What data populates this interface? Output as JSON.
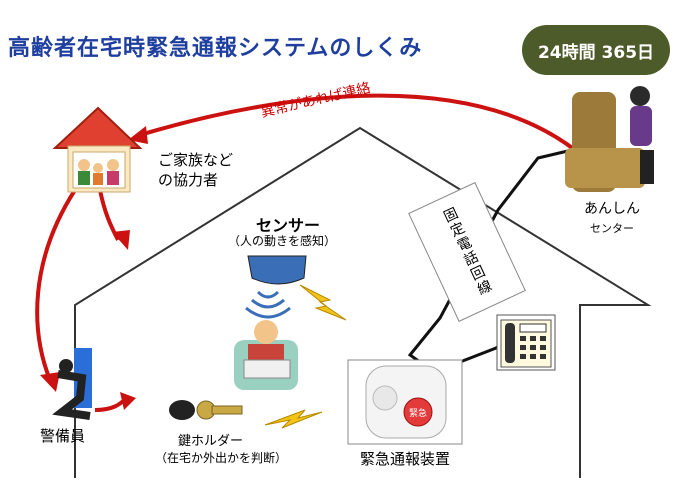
{
  "title": "高齢者在宅時緊急通報システムのしくみ",
  "badge": "24時間 365日",
  "arrow_label": "異常があれば連絡",
  "family": {
    "line1": "ご家族など",
    "line2": "の協力者"
  },
  "sensor": {
    "name": "センサー",
    "desc": "（人の動きを感知）"
  },
  "center": {
    "name": "あんしん",
    "sub": "センター"
  },
  "phone_line": "固定電話回線",
  "guard": "警備員",
  "key_holder": {
    "name": "鍵ホルダー",
    "desc": "（在宅か外出かを判断）"
  },
  "device": {
    "name": "緊急通報装置",
    "button": "緊急"
  },
  "colors": {
    "title": "#1f3f9f",
    "badge": "#4d5a2a",
    "arrow": "#cc0000",
    "label": "#cc0000"
  }
}
